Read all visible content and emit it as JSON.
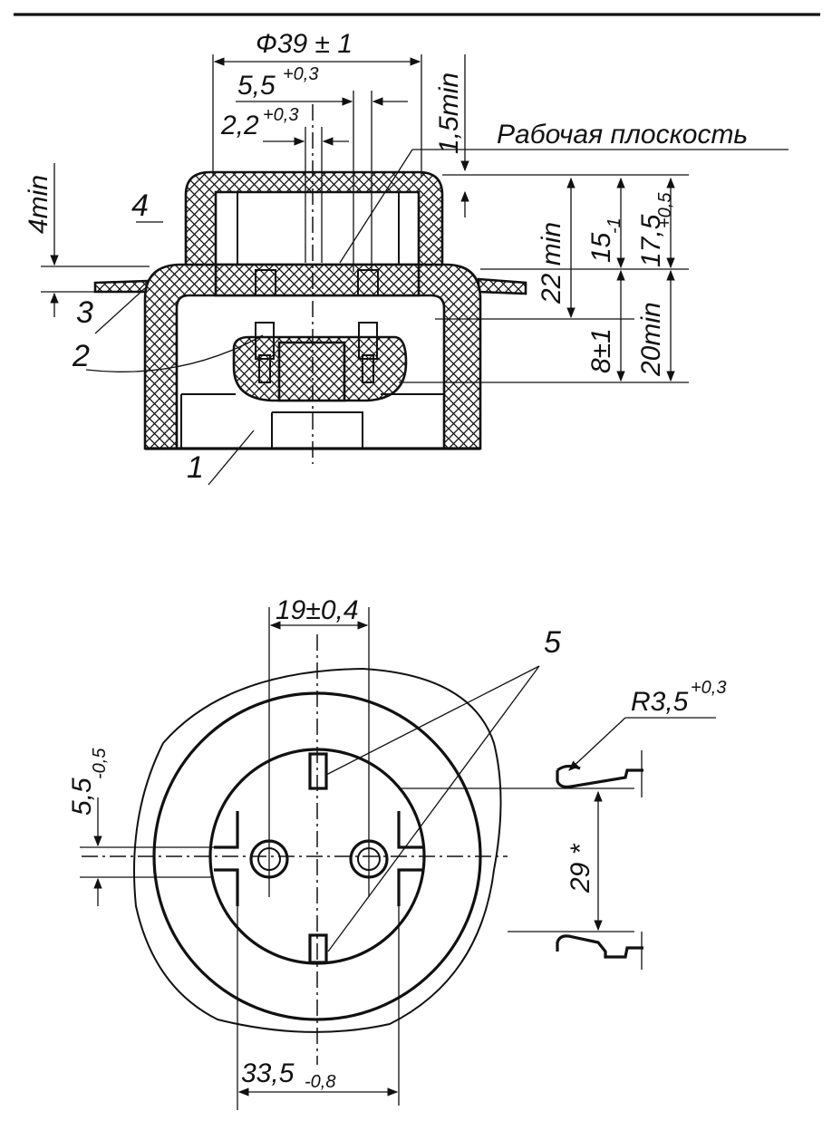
{
  "top_view": {
    "dim_diameter": "Ф39 ± 1",
    "dim_slot_width": "5,5",
    "dim_slot_width_tol": "+0,3",
    "dim_pin_width": "2,2",
    "dim_pin_width_tol": "+0,3",
    "dim_rim": "1,5min",
    "working_plane": "Рабочая плоскость",
    "dim_height_4": "4min",
    "dim_22": "22 min",
    "dim_15": "15",
    "dim_15_tol": "-1",
    "dim_17_5": "17,5",
    "dim_17_5_tol": "+0,5",
    "dim_8": "8±1",
    "dim_20": "20min",
    "labels": [
      "1",
      "2",
      "3",
      "4"
    ]
  },
  "bottom_view": {
    "dim_spacing": "19±0,4",
    "label_5": "5",
    "dim_radius": "R3,5",
    "dim_radius_tol": "+0,3",
    "dim_gap": "5,5",
    "dim_gap_tol": "-0,5",
    "dim_29": "29 *",
    "dim_33_5": "33,5",
    "dim_33_5_tol": "-0,8"
  }
}
